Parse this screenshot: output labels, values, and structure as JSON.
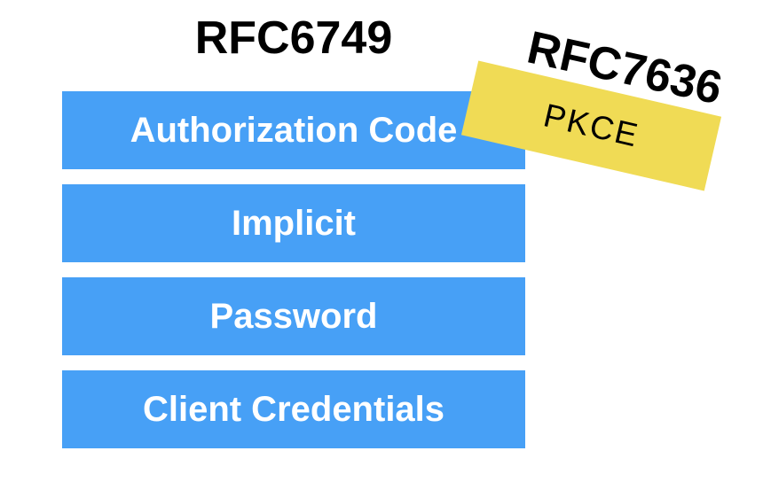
{
  "slide": {
    "title": "RFC6749",
    "overlay": {
      "title": "RFC7636",
      "sticker_label": "PKCE"
    },
    "flows": [
      {
        "label": "Authorization Code"
      },
      {
        "label": "Implicit"
      },
      {
        "label": "Password"
      },
      {
        "label": "Client Credentials"
      }
    ]
  },
  "colors": {
    "background": "#FFFFFF",
    "bar_blue": "#47A0F6",
    "bar_text": "#FFFFFF",
    "sticker_yellow": "#F0DB55",
    "title_text": "#000000"
  }
}
